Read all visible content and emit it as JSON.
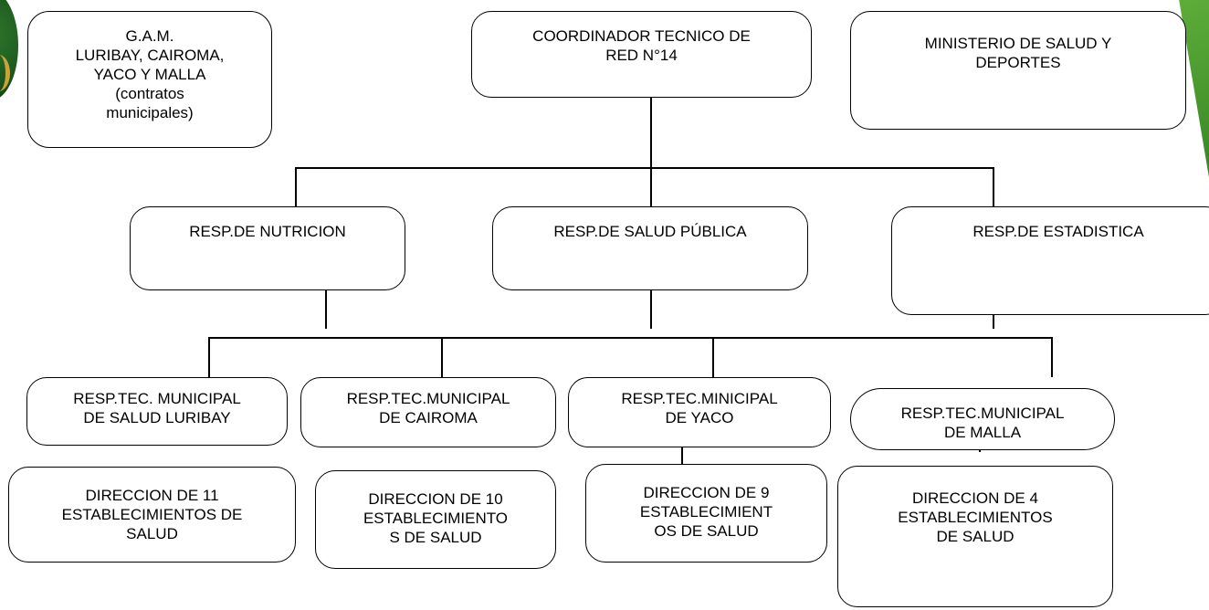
{
  "boxes": {
    "gam": "G.A.M.\nLURIBAY, CAIROMA,\nYACO Y MALLA\n(contratos\nmunicipales)",
    "coordinador": "COORDINADOR TECNICO DE\nRED N°14",
    "ministerio": "MINISTERIO DE SALUD Y\nDEPORTES",
    "nutricion": "RESP.DE NUTRICION",
    "salud_publica": "RESP.DE SALUD PÚBLICA",
    "estadistica": "RESP.DE ESTADISTICA",
    "luribay": "RESP.TEC. MUNICIPAL\nDE SALUD LURIBAY",
    "cairoma": "RESP.TEC.MUNICIPAL\nDE CAIROMA",
    "yaco": "RESP.TEC.MINICIPAL\nDE YACO",
    "malla": "RESP.TEC.MUNICIPAL\nDE MALLA",
    "dir_luribay": "DIRECCION DE 11\nESTABLECIMIENTOS DE\nSALUD",
    "dir_cairoma": "DIRECCION DE 10\nESTABLECIMIENTO\nS DE SALUD",
    "dir_yaco": "DIRECCION DE 9\nESTABLECIMIENT\nOS DE SALUD",
    "dir_malla": "DIRECCION DE 4\nESTABLECIMIENTOS\nDE SALUD"
  },
  "colors": {
    "stroke": "#000000",
    "deco_green": "#3f8f2a",
    "deco_gold": "#c9a23a"
  }
}
